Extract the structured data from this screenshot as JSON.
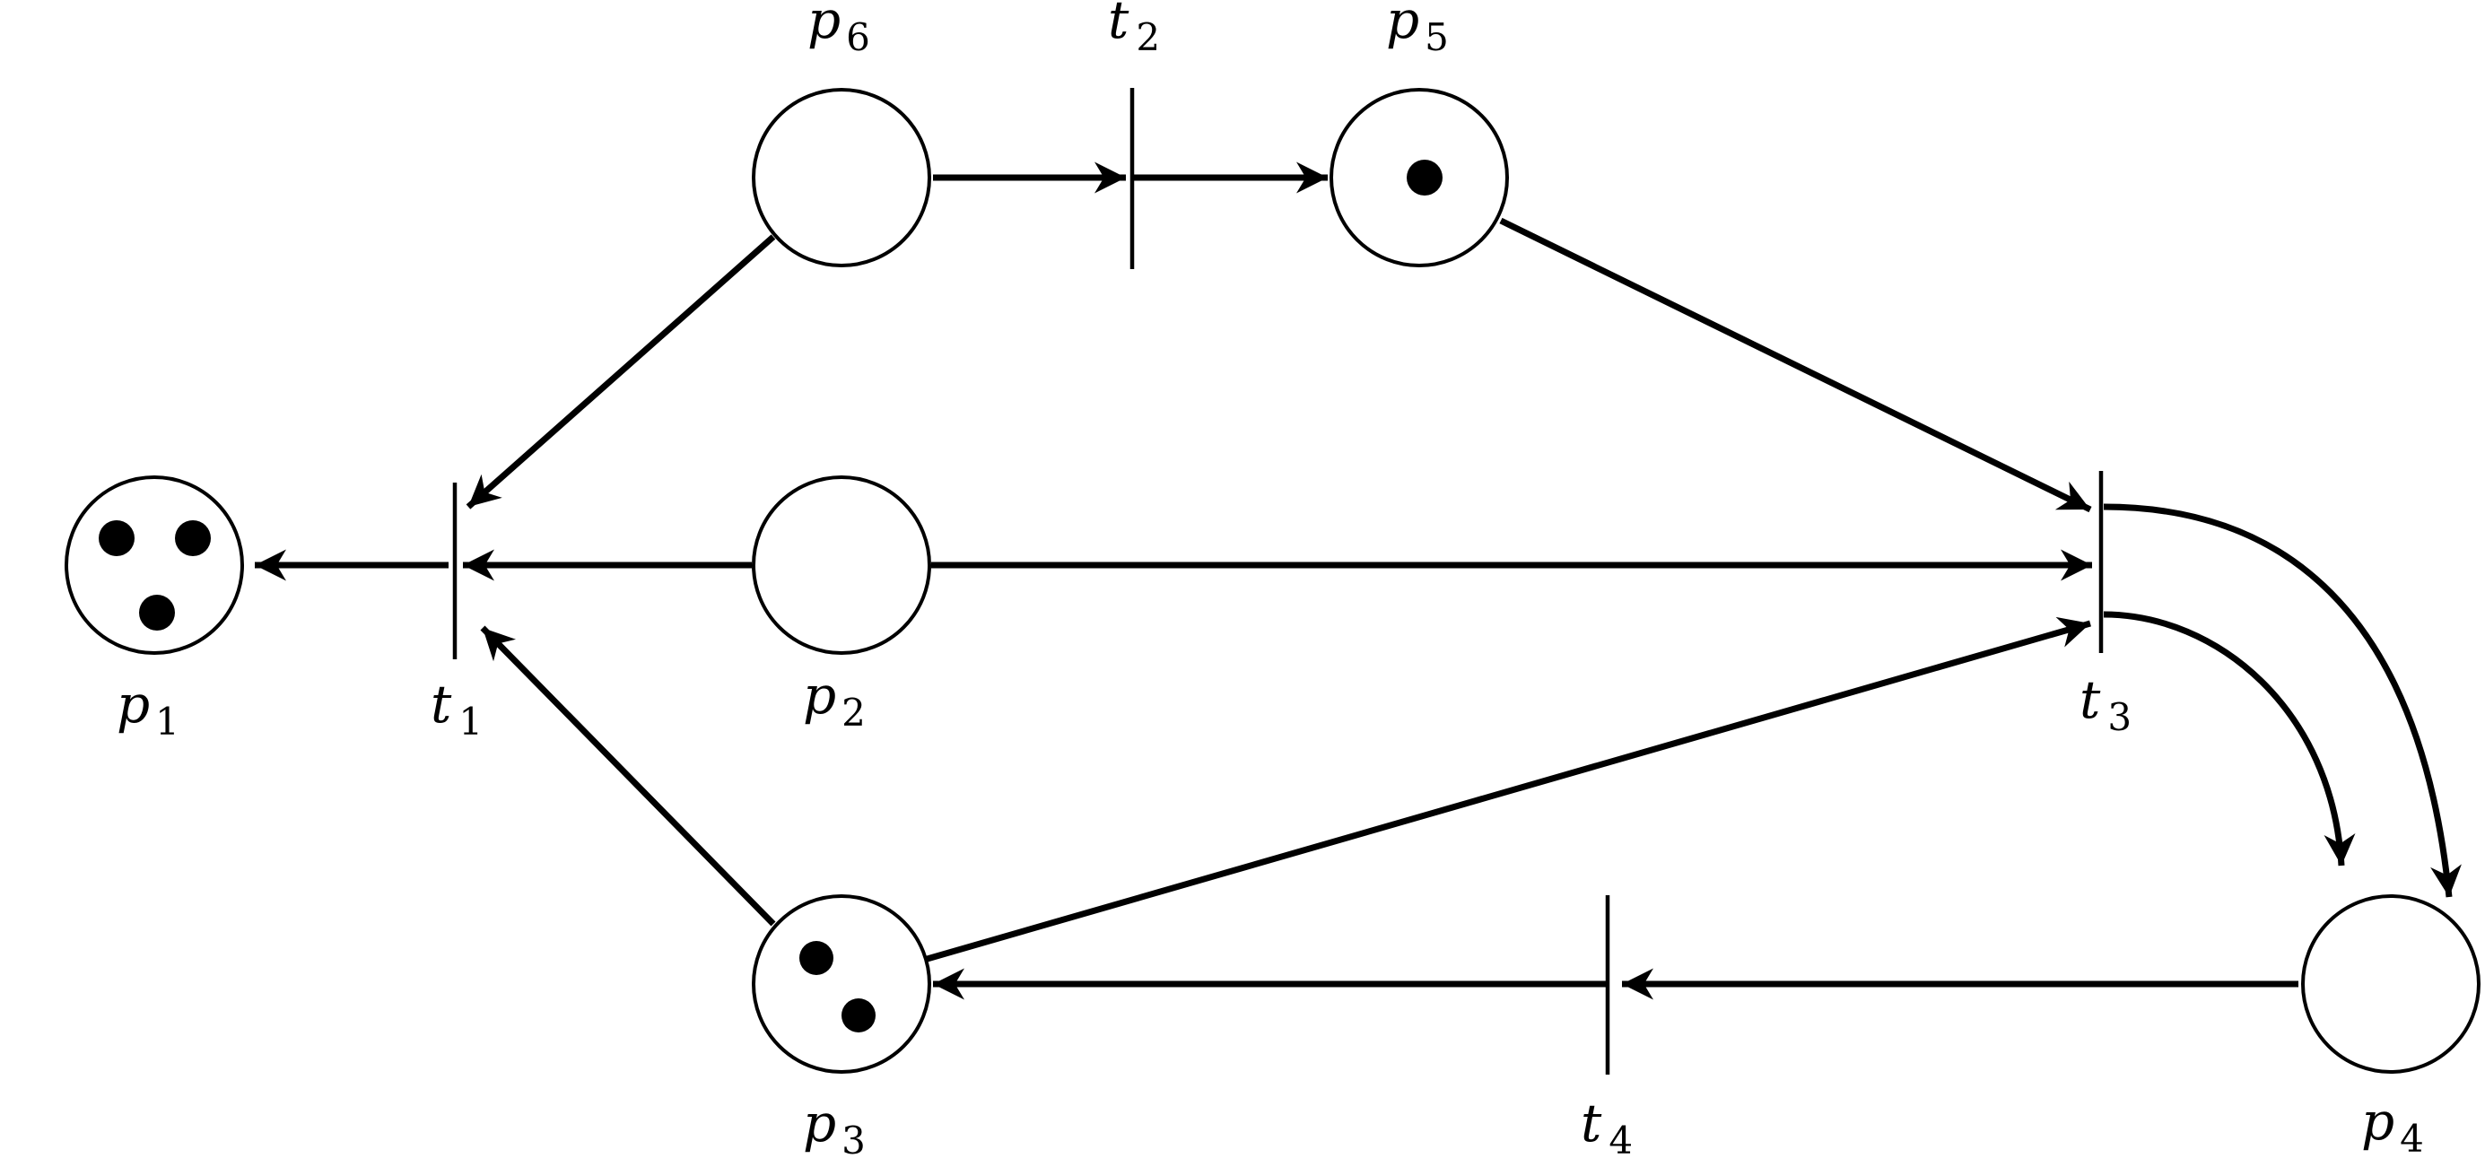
{
  "diagram": {
    "type": "petri-net",
    "places": [
      {
        "id": "p1",
        "letter": "p",
        "index": "1",
        "tokens": 3
      },
      {
        "id": "p2",
        "letter": "p",
        "index": "2",
        "tokens": 0
      },
      {
        "id": "p3",
        "letter": "p",
        "index": "3",
        "tokens": 2
      },
      {
        "id": "p4",
        "letter": "p",
        "index": "4",
        "tokens": 0
      },
      {
        "id": "p5",
        "letter": "p",
        "index": "5",
        "tokens": 1
      },
      {
        "id": "p6",
        "letter": "p",
        "index": "6",
        "tokens": 0
      }
    ],
    "transitions": [
      {
        "id": "t1",
        "letter": "t",
        "index": "1"
      },
      {
        "id": "t2",
        "letter": "t",
        "index": "2"
      },
      {
        "id": "t3",
        "letter": "t",
        "index": "3"
      },
      {
        "id": "t4",
        "letter": "t",
        "index": "4"
      }
    ],
    "arcs": [
      {
        "from": "p6",
        "to": "t2"
      },
      {
        "from": "t2",
        "to": "p5"
      },
      {
        "from": "p6",
        "to": "t1"
      },
      {
        "from": "p2",
        "to": "t1"
      },
      {
        "from": "p3",
        "to": "t1"
      },
      {
        "from": "t1",
        "to": "p1"
      },
      {
        "from": "p5",
        "to": "t3"
      },
      {
        "from": "p2",
        "to": "t3"
      },
      {
        "from": "p3",
        "to": "t3"
      },
      {
        "from": "t3",
        "to": "p4"
      },
      {
        "from": "t3",
        "to": "p4"
      },
      {
        "from": "p4",
        "to": "t4"
      },
      {
        "from": "t4",
        "to": "p3"
      }
    ]
  }
}
